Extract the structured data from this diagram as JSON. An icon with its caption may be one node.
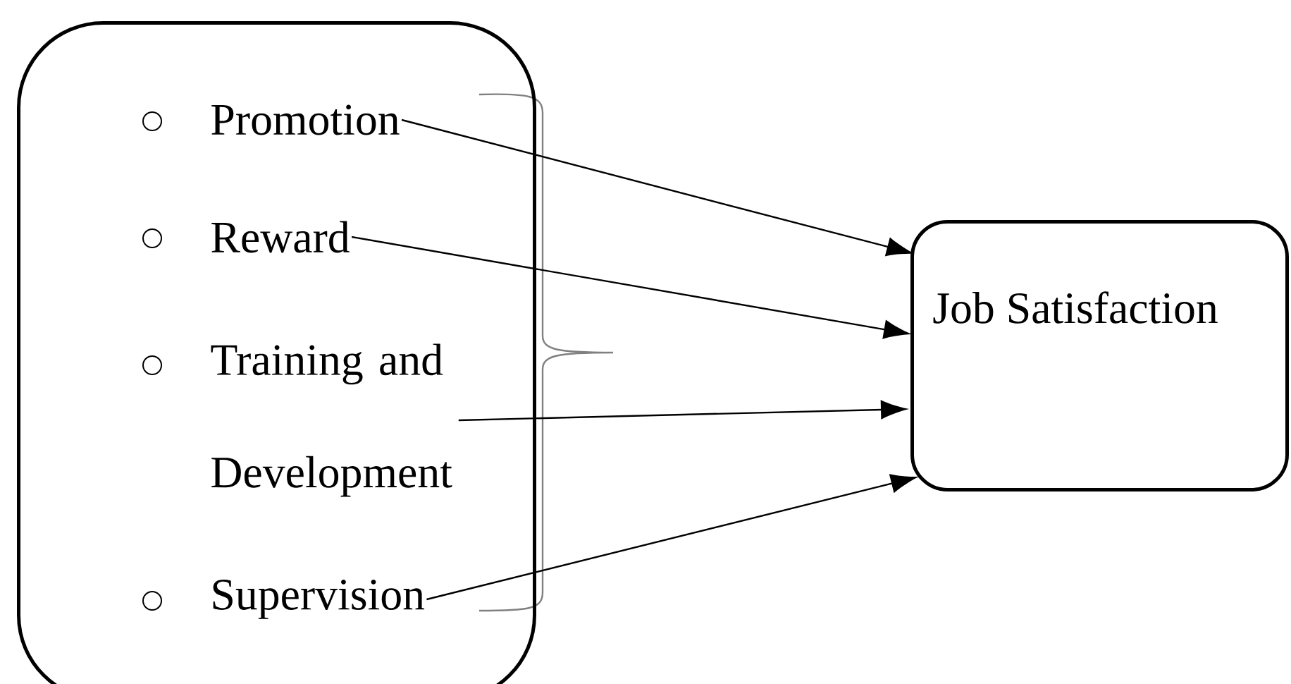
{
  "diagram": {
    "nodes": [
      {
        "text": [],
        "shape": "box"
      },
      {
        "text": [
          "Promotion"
        ],
        "in": 0
      },
      {
        "text": [
          "Reward"
        ],
        "in": 0
      },
      {
        "text": [
          "Training and Development"
        ],
        "in": 0
      },
      {
        "text": [
          "Supervision"
        ],
        "in": 0
      },
      {
        "text": [
          "Job Satisfaction"
        ]
      }
    ],
    "edges": [
      {
        "from": 1,
        "to": 5,
        "arrow": "to"
      },
      {
        "from": 2,
        "to": 5,
        "arrow": "to"
      },
      {
        "from": 3,
        "to": 5,
        "arrow": "to"
      },
      {
        "from": 4,
        "to": 5,
        "arrow": "to"
      }
    ]
  }
}
